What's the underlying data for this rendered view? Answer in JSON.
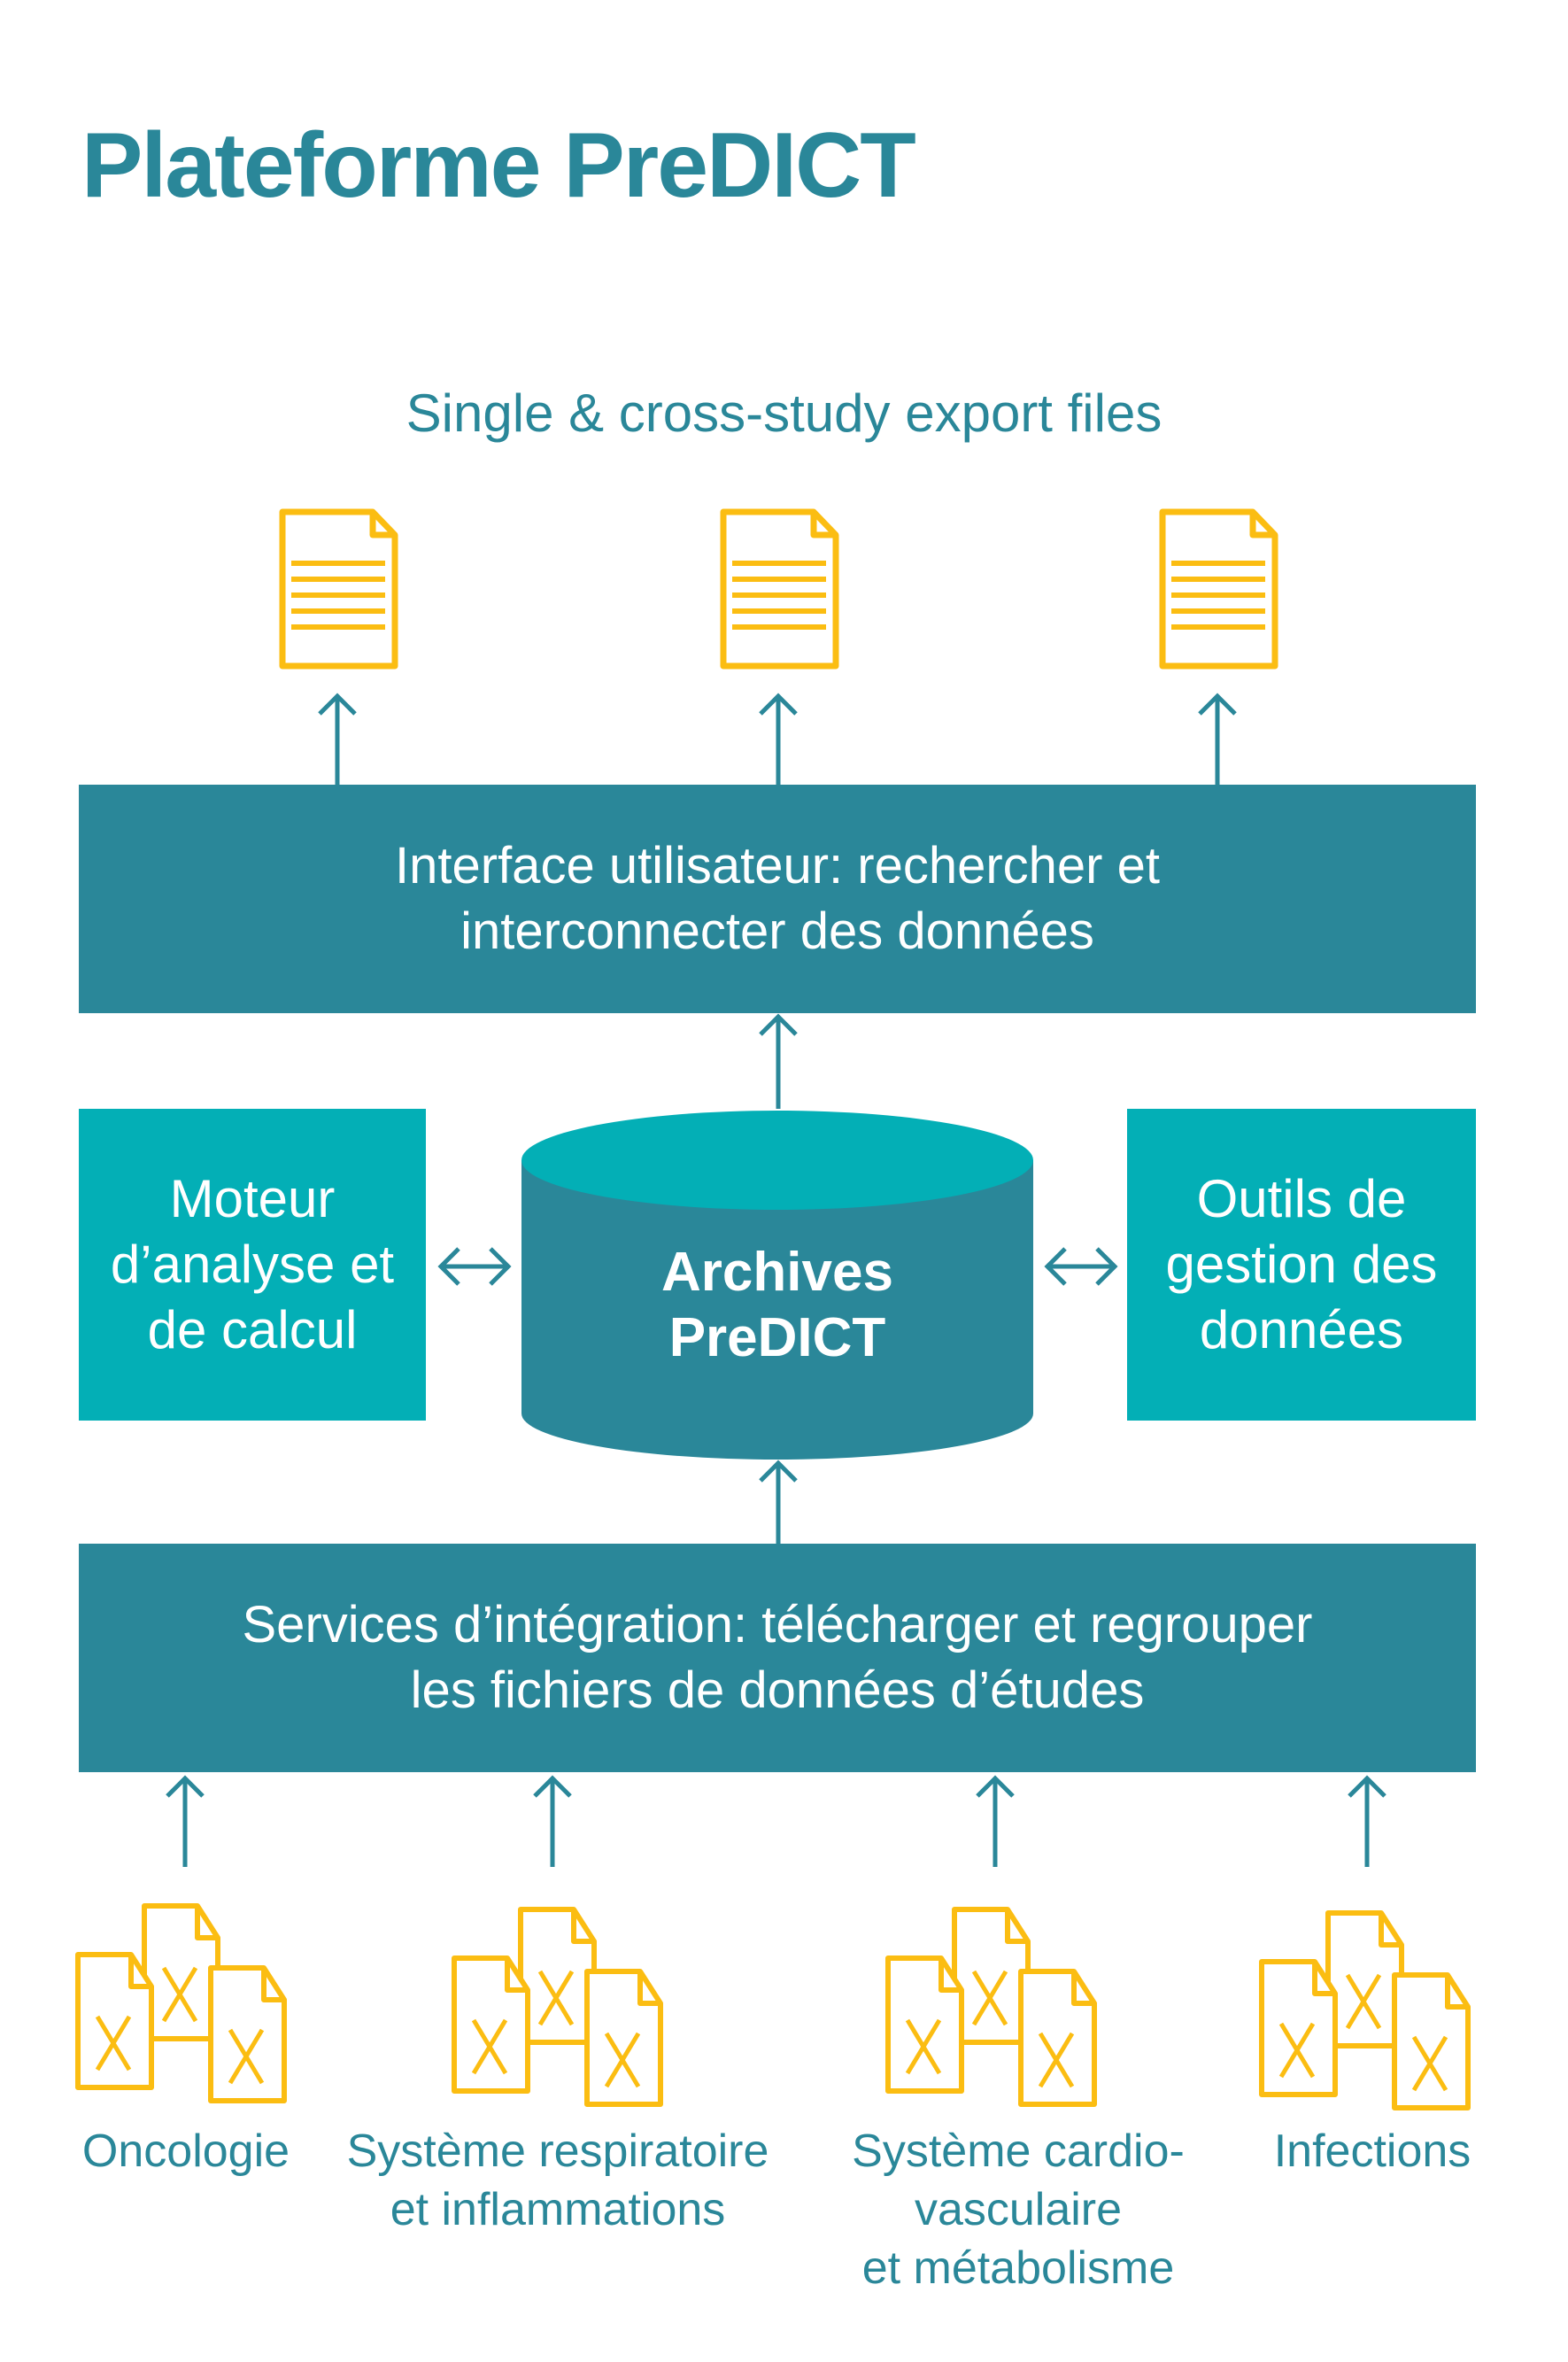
{
  "title": "Plateforme PreDICT",
  "export": {
    "label": "Single & cross-study export files",
    "files": [
      {
        "icon": "document-icon"
      },
      {
        "icon": "document-icon"
      },
      {
        "icon": "document-icon"
      }
    ]
  },
  "user_interface": {
    "lines": [
      "Interface utilisateur: rechercher et",
      "interconnecter des données"
    ]
  },
  "analysis_engine": {
    "lines": [
      "Moteur",
      "d’analyse et",
      "de calcul"
    ]
  },
  "archives": {
    "lines": [
      "Archives",
      "PreDICT"
    ]
  },
  "data_tools": {
    "lines": [
      "Outils de",
      "gestion des",
      "données"
    ]
  },
  "integration": {
    "lines": [
      "Services d’intégration: télécharger et regrouper",
      "les fichiers de données d’études"
    ]
  },
  "sources": [
    {
      "lines": [
        "Oncologie"
      ],
      "icon": "spreadsheet-files-icon"
    },
    {
      "lines": [
        "Système respiratoire",
        "et inflammations"
      ],
      "icon": "spreadsheet-files-icon"
    },
    {
      "lines": [
        "Système cardio-",
        "vasculaire",
        "et métabolisme"
      ],
      "icon": "spreadsheet-files-icon"
    },
    {
      "lines": [
        "Infections"
      ],
      "icon": "spreadsheet-files-icon"
    }
  ],
  "colors": {
    "primary": "#2a8799",
    "accent": "#03afb6",
    "icon": "#fbbd12",
    "background": "#ffffff"
  }
}
